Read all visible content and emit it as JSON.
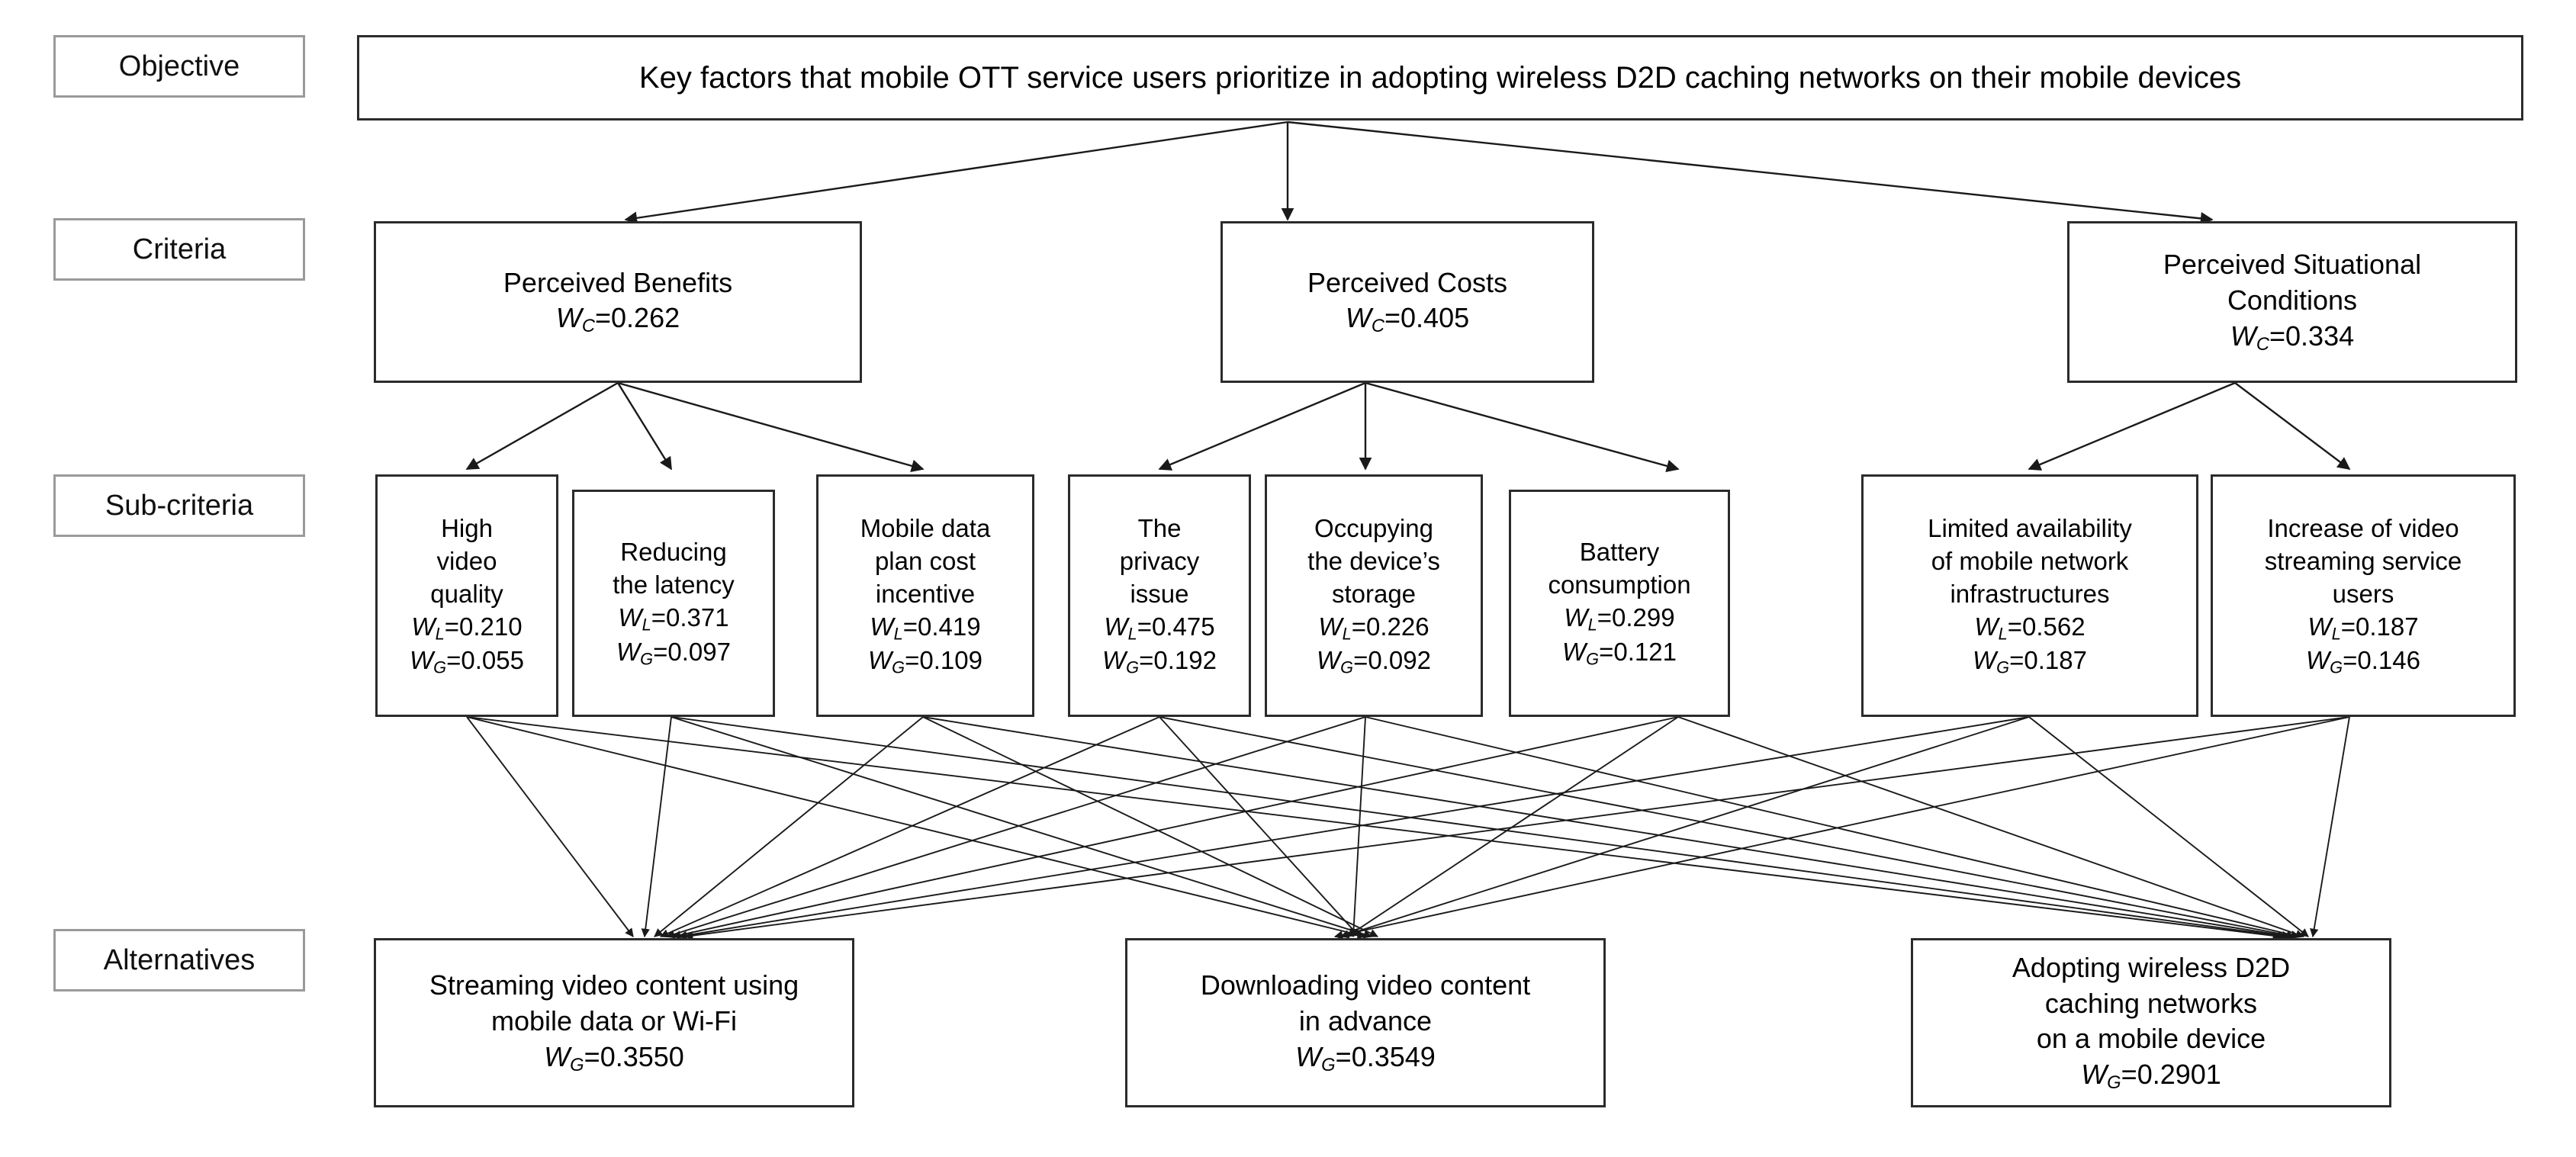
{
  "diagram": {
    "type": "ahp-hierarchy",
    "title": "AHP hierarchy for adopting wireless D2D caching networks",
    "levels": [
      "Objective",
      "Criteria",
      "Sub-criteria",
      "Alternatives"
    ],
    "weight_symbols": {
      "criteria": "W_C",
      "local": "W_L",
      "global": "W_G"
    },
    "colors": {
      "background": "#ffffff",
      "node_border": "#2b2b2b",
      "row_label_border": "#9a9a9a",
      "edge": "#1a1a1a",
      "text": "#000000"
    }
  },
  "row_labels": [
    {
      "id": "objective",
      "label": "Objective"
    },
    {
      "id": "criteria",
      "label": "Criteria"
    },
    {
      "id": "subcriteria",
      "label": "Sub-criteria"
    },
    {
      "id": "alternatives",
      "label": "Alternatives"
    }
  ],
  "objective": {
    "id": "goal",
    "text": "Key factors that mobile OTT service users prioritize in adopting wireless D2D caching networks on their mobile devices"
  },
  "criteria": [
    {
      "id": "c1",
      "name": "Perceived Benefits",
      "name_lines": [
        "Perceived Benefits"
      ],
      "wc_label": "W",
      "wc_sub": "C",
      "wc_value": "0.262"
    },
    {
      "id": "c2",
      "name": "Perceived Costs",
      "name_lines": [
        "Perceived Costs"
      ],
      "wc_label": "W",
      "wc_sub": "C",
      "wc_value": "0.405"
    },
    {
      "id": "c3",
      "name": "Perceived Situational Conditions",
      "name_lines": [
        "Perceived Situational",
        "Conditions"
      ],
      "wc_label": "W",
      "wc_sub": "C",
      "wc_value": "0.334"
    }
  ],
  "subcriteria": [
    {
      "id": "s1",
      "parent": "c1",
      "name": "High video quality",
      "name_lines": [
        "High",
        "video",
        "quality"
      ],
      "wl_sub": "L",
      "wl_value": "0.210",
      "wg_sub": "G",
      "wg_value": "0.055"
    },
    {
      "id": "s2",
      "parent": "c1",
      "name": "Reducing the latency",
      "name_lines": [
        "Reducing",
        "the latency"
      ],
      "wl_sub": "L",
      "wl_value": "0.371",
      "wg_sub": "G",
      "wg_value": "0.097"
    },
    {
      "id": "s3",
      "parent": "c1",
      "name": "Mobile data plan cost incentive",
      "name_lines": [
        "Mobile data",
        "plan cost",
        "incentive"
      ],
      "wl_sub": "L",
      "wl_value": "0.419",
      "wg_sub": "G",
      "wg_value": "0.109"
    },
    {
      "id": "s4",
      "parent": "c2",
      "name": "The privacy issue",
      "name_lines": [
        "The",
        "privacy",
        "issue"
      ],
      "wl_sub": "L",
      "wl_value": "0.475",
      "wg_sub": "G",
      "wg_value": "0.192"
    },
    {
      "id": "s5",
      "parent": "c2",
      "name": "Occupying the device's storage",
      "name_lines": [
        "Occupying",
        "the device’s",
        "storage"
      ],
      "wl_sub": "L",
      "wl_value": "0.226",
      "wg_sub": "G",
      "wg_value": "0.092"
    },
    {
      "id": "s6",
      "parent": "c2",
      "name": "Battery consumption",
      "name_lines": [
        "Battery",
        "consumption"
      ],
      "wl_sub": "L",
      "wl_value": "0.299",
      "wg_sub": "G",
      "wg_value": "0.121"
    },
    {
      "id": "s7",
      "parent": "c3",
      "name": "Limited availability of mobile network infrastructures",
      "name_lines": [
        "Limited availability",
        "of mobile network",
        "infrastructures"
      ],
      "wl_sub": "L",
      "wl_value": "0.562",
      "wg_sub": "G",
      "wg_value": "0.187"
    },
    {
      "id": "s8",
      "parent": "c3",
      "name": "Increase of video streaming service users",
      "name_lines": [
        "Increase of video",
        "streaming service",
        "users"
      ],
      "wl_sub": "L",
      "wl_value": "0.187",
      "wg_sub": "G",
      "wg_value": "0.146"
    }
  ],
  "alternatives": [
    {
      "id": "a1",
      "name": "Streaming video content using mobile data or Wi-Fi",
      "name_lines": [
        "Streaming video content using",
        "mobile data or Wi-Fi"
      ],
      "wg_sub": "G",
      "wg_value": "0.3550"
    },
    {
      "id": "a2",
      "name": "Downloading video content in advance",
      "name_lines": [
        "Downloading video content",
        "in advance"
      ],
      "wg_sub": "G",
      "wg_value": "0.3549"
    },
    {
      "id": "a3",
      "name": "Adopting wireless D2D caching networks on a mobile device",
      "name_lines": [
        "Adopting wireless D2D",
        "caching networks",
        "on a mobile device"
      ],
      "wg_sub": "G",
      "wg_value": "0.2901"
    }
  ]
}
